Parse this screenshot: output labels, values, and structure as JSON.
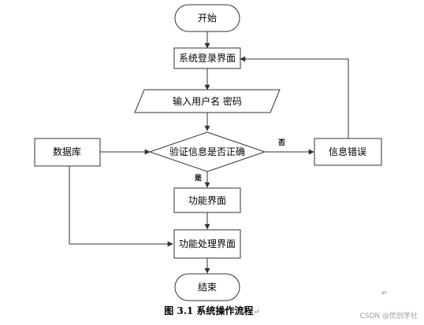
{
  "nodes": {
    "start": "开始",
    "login": "系统登录界面",
    "input": "输入用户名 密码",
    "verify": "验证信息是否正确",
    "error": "信息错误",
    "db": "数据库",
    "func": "功能界面",
    "proc": "功能处理界面",
    "end": "结束"
  },
  "labels": {
    "no": "否",
    "yes": "是"
  },
  "caption": "图 3.1  系统操作流程",
  "caption_mark": "↵",
  "para_mark": "↵",
  "watermark": "CSDN @优创学社"
}
